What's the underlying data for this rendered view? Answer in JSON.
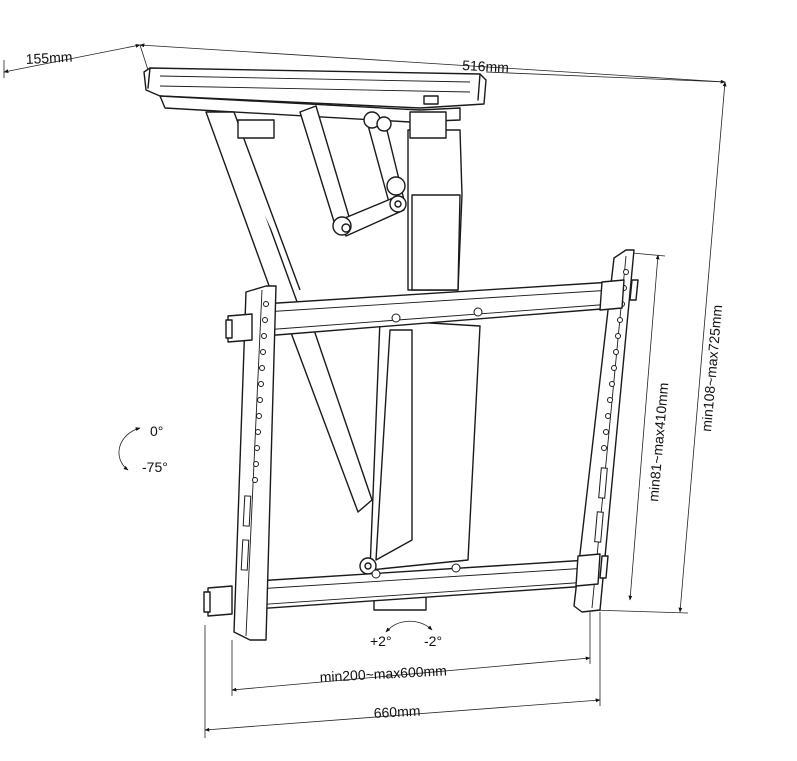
{
  "dimensions": {
    "ceiling_depth": "155mm",
    "ceiling_width": "516mm",
    "total_height": "min108~max725mm",
    "vesa_vertical": "min81~max410mm",
    "vesa_horizontal": "min200~max600mm",
    "total_width": "660mm"
  },
  "tilt": {
    "up": "0°",
    "down": "-75°"
  },
  "swivel": {
    "left": "+2°",
    "right": "-2°"
  }
}
